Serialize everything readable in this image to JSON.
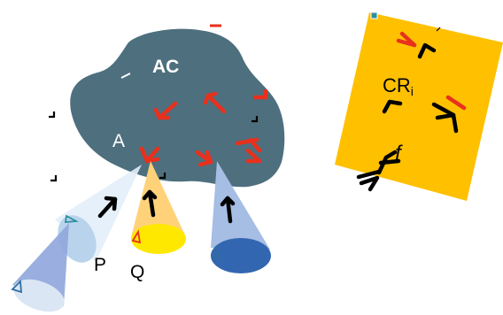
{
  "colors": {
    "region_fill": "#4e6f7e",
    "box_fill": "#ffc000",
    "red": "#e8301c",
    "black": "#000000",
    "light_blue": "#b9d3ec",
    "mid_blue": "#8fa6dc",
    "dark_blue": "#3366b0",
    "yellow": "#ffe800",
    "light_orange": "#ffd27a",
    "teal": "#2f8ea0"
  },
  "labels": {
    "ac": "AC",
    "a": "A",
    "p": "P",
    "q": "Q",
    "cr_main": "CR",
    "cr_sub": "i",
    "f": "f"
  }
}
